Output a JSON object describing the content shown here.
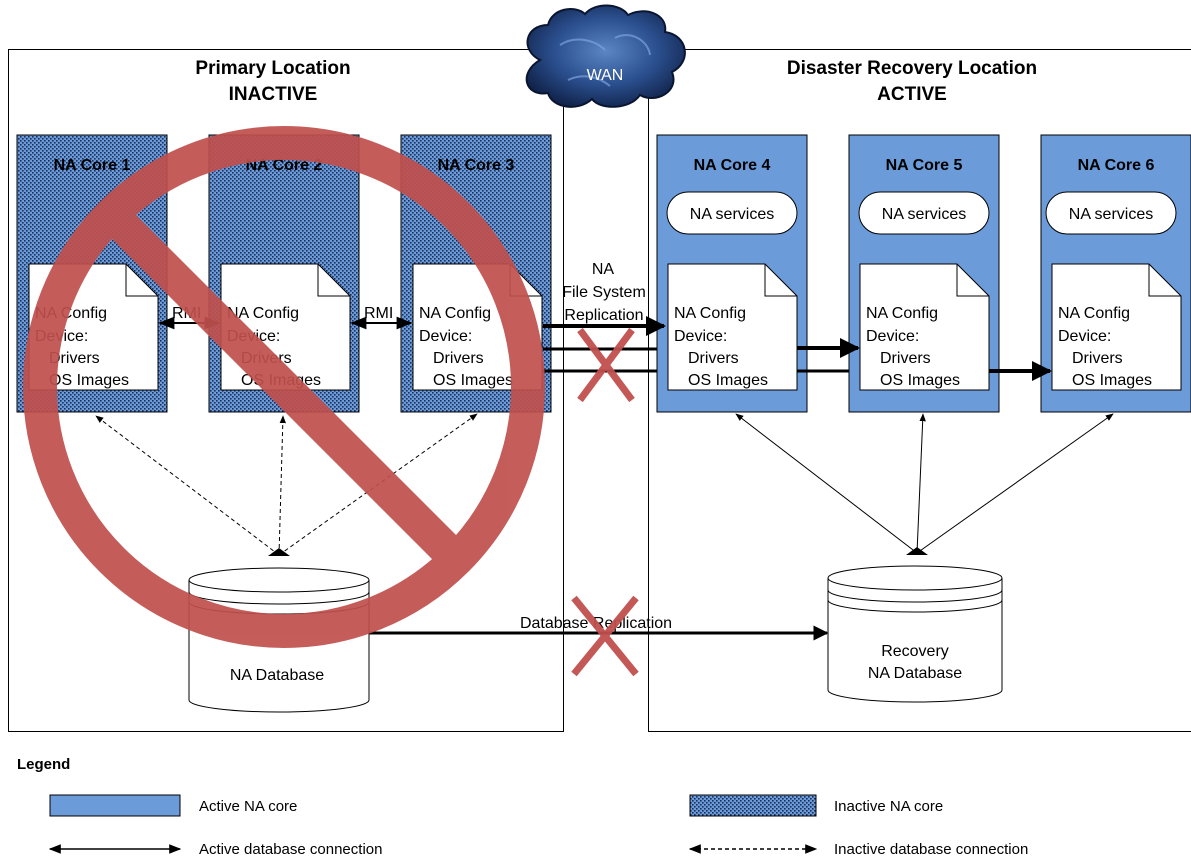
{
  "primary": {
    "title": "Primary Location",
    "status": "INACTIVE",
    "cores": [
      {
        "name": "NA Core 1"
      },
      {
        "name": "NA Core 2"
      },
      {
        "name": "NA Core 3"
      }
    ],
    "database": "NA Database"
  },
  "recovery": {
    "title": "Disaster Recovery Location",
    "status": "ACTIVE",
    "cores": [
      {
        "name": "NA Core 4",
        "services": "NA services"
      },
      {
        "name": "NA Core 5",
        "services": "NA services"
      },
      {
        "name": "NA Core 6",
        "services": "NA services"
      }
    ],
    "database_line1": "Recovery",
    "database_line2": "NA Database"
  },
  "doc": {
    "line1": "NA Config",
    "line2": "Device:",
    "line3": "Drivers",
    "line4": "OS Images"
  },
  "wan": "WAN",
  "rmi_label": "RMI",
  "fs_replication": {
    "line1": "NA",
    "line2": "File System",
    "line3": "Replication"
  },
  "db_replication": "Database Replication",
  "legend": {
    "title": "Legend",
    "active_core": "Active NA core",
    "inactive_core": "Inactive NA core",
    "active_conn": "Active database connection",
    "inactive_conn": "Inactive database connection"
  },
  "colors": {
    "active_core": "#6b9bd8",
    "inactive_core": "#6b9bd8",
    "prohibition": "#c0504d",
    "cloud": "#1f3a6e"
  }
}
